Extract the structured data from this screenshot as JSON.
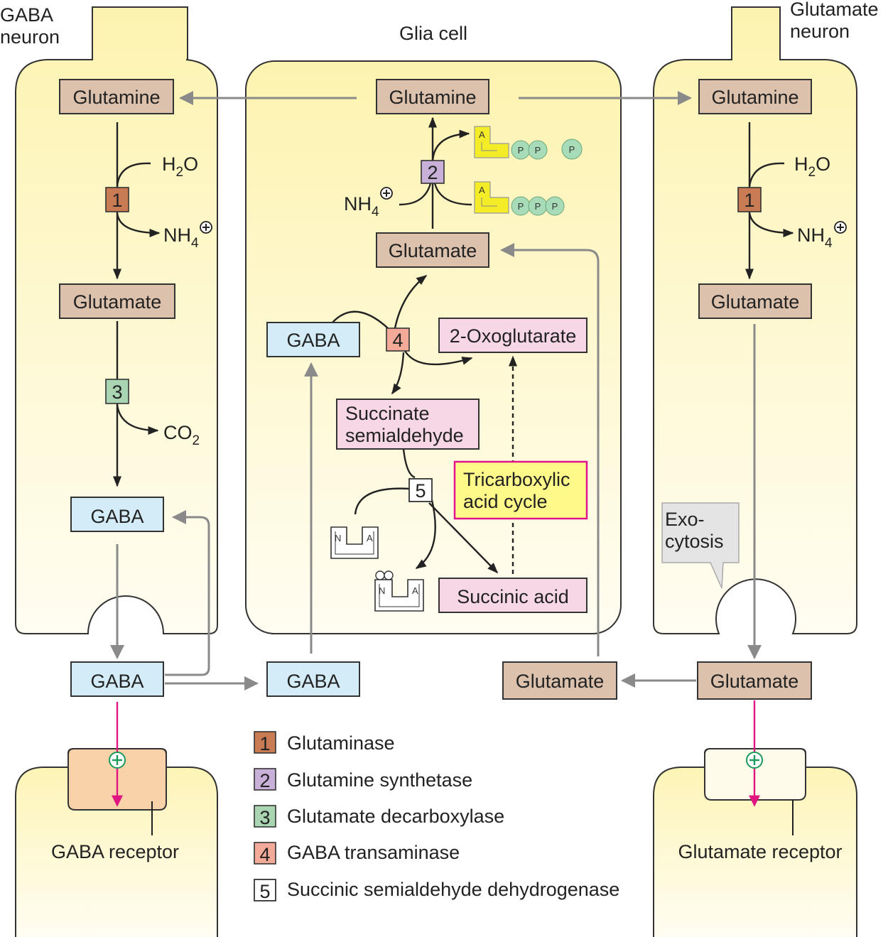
{
  "cells": {
    "gaba_neuron": "GABA\nneuron",
    "glia_cell": "Glia cell",
    "glutamate_neuron": "Glutamate\nneuron"
  },
  "compounds": {
    "glutamine": "Glutamine",
    "glutamate": "Glutamate",
    "gaba": "GABA",
    "oxoglutarate": "2-Oxoglutarate",
    "succinate_semialdehyde": "Succinate\nsemialdehyde",
    "succinic_acid": "Succinic acid",
    "tca_cycle": "Tricarboxylic\nacid cycle",
    "h2o": {
      "main": "H",
      "sub": "2",
      "tail": "O"
    },
    "nh4": {
      "main": "NH",
      "sub": "4"
    },
    "co2": {
      "main": "CO",
      "sub": "2"
    }
  },
  "cofactors": {
    "adenine": "A",
    "phosphate": "P",
    "nad_n": "N",
    "nad_a": "A"
  },
  "exocytosis": "Exo-\ncytosis",
  "receptors": {
    "gaba": "GABA receptor",
    "glutamate": "Glutamate receptor"
  },
  "enzymes": [
    {
      "num": "1",
      "name": "Glutaminase",
      "color": "#c97b53"
    },
    {
      "num": "2",
      "name": "Glutamine synthetase",
      "color": "#c9b0d9"
    },
    {
      "num": "3",
      "name": "Glutamate decarboxylase",
      "color": "#a9d5b3"
    },
    {
      "num": "4",
      "name": "GABA transaminase",
      "color": "#f4aa98"
    },
    {
      "num": "5",
      "name": "Succinic semialdehyde dehydrogenase",
      "color": "#ffffff"
    }
  ],
  "colors": {
    "cell_fill": "#fdf6c2",
    "glutamine_box": "#dcc1ac",
    "gaba_box": "#d3ecf7",
    "intermediate_box": "#f7d6e6",
    "tca_box": "#fff98a",
    "tca_border": "#e0158e",
    "atp_yellow": "#f5ec28",
    "phosphate_green": "#a8dcb8",
    "receptor_arrow": "#e0157f",
    "flow_gray": "#8a8a8a"
  }
}
